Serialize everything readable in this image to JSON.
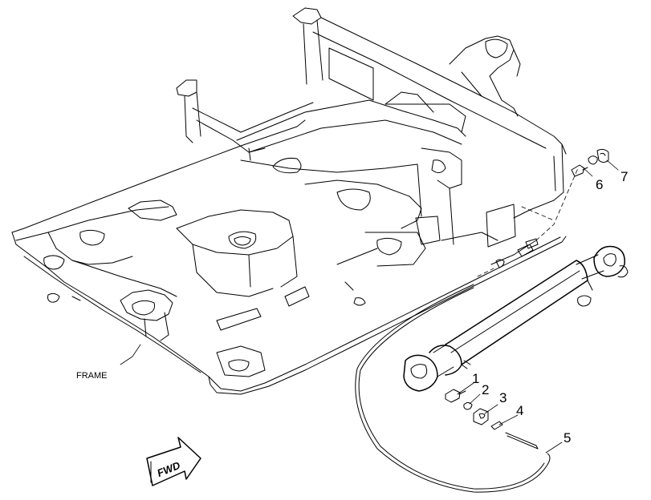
{
  "labels": {
    "frame": "FRAME",
    "fwd": "FWD"
  },
  "callouts": [
    {
      "id": "1",
      "text": "1"
    },
    {
      "id": "2",
      "text": "2"
    },
    {
      "id": "3",
      "text": "3"
    },
    {
      "id": "4",
      "text": "4"
    },
    {
      "id": "5",
      "text": "5"
    },
    {
      "id": "6",
      "text": "6"
    },
    {
      "id": "7",
      "text": "7"
    }
  ],
  "colors": {
    "line": "#000000",
    "background": "#ffffff"
  }
}
